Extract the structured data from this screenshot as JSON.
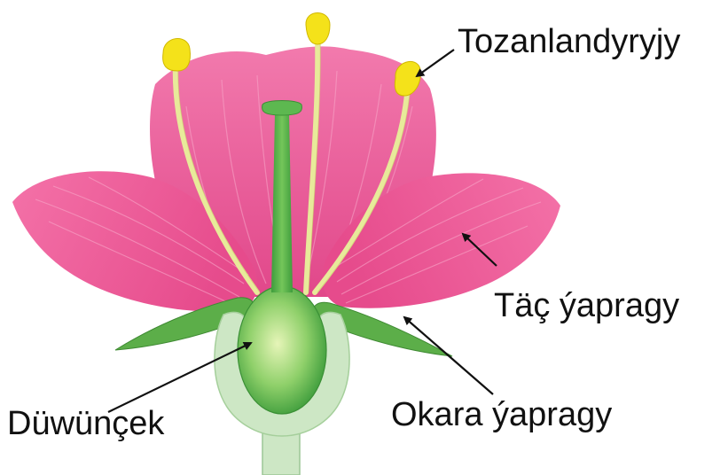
{
  "diagram": {
    "labels": {
      "anther": "Tozanlandyryjy",
      "petal": "Täç ýapragy",
      "sepal": "Okara ýapragy",
      "ovary": "Düwünçek"
    }
  },
  "colors": {
    "petal": "#ef5f9a",
    "petal_dark": "#d9387a",
    "petal_vein": "#f7a3c6",
    "anther": "#f4e21a",
    "filament": "#e8ea9a",
    "pistil": "#4fb54a",
    "pistil_light": "#c9e9a4",
    "sepal": "#5cae49",
    "receptacle": "#cde7c5",
    "arrow": "#111111"
  }
}
